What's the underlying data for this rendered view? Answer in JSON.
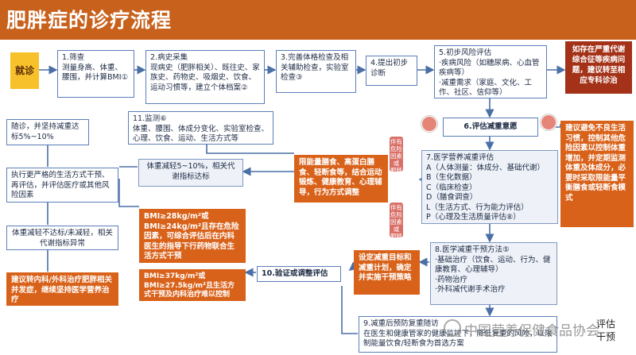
{
  "title": "肥胖症的诊疗流程",
  "start": "就诊",
  "steps": {
    "s1": "1.筛查\n测量身高、体重、腰围，并计算BMI①",
    "s2": "2.病史采集\n现病史（肥胖相关）、既往史、家族史、药物史、吸烟史、饮食、运动习惯等，建立个体档案②",
    "s3": "3.完善体格检查及相关辅助检查，实验室检查③",
    "s4": "4.提出初步诊断",
    "s5": "5.初步风险评估\n·疾病风险（如糖尿病、心血管疾病等）\n·减重需求（家庭、文化、工作、社区、信仰等）",
    "s6": "6.评估减重意愿",
    "s7": "7.医学营养减重评估\nA（人体测量：体成分、基础代谢）\nB（生化数据）\nC（临床检查）\nD（膳食调查）\nL（生活方式、行为能力评估）\nP（心理及生活质量评估⑧）",
    "s8": "8.医学减重干预方法⑤\n·基础治疗（饮食、运动、行为、健康教育、心理辅导）\n·药物治疗\n·外科减代谢手术治疗",
    "s9": "9.减重后预防复重随访\n在医生和健康管家的健康监控下，降低复重的风险，以限制能量饮食/轻断食为首选方案",
    "s10": "10.验证或调整评估",
    "s11": "11.监测⑥\n体重、腰围、体成分变化、实验室检查、心理、饮食、运动、生活方式等"
  },
  "boxes": {
    "severe": "如存在严重代谢综合征等疾病问题，建议转至相应专科诊治",
    "advice_right": "建议避免不良生活习惯，控制其他危险因素以控制体重增加，并定期监测体重及体成分，必要时采取限能量平衡膳食或轻断食模式",
    "intervention_diet": "限能量膳食、高蛋白膳食、轻断食等，结合运动锻炼、健康教育、心理辅导，行为方式调整",
    "loss_5_10": "体重减轻5~10%，相关代谢指标达标",
    "followup": "随诊，并坚持减重达标5%~10%",
    "strict": "执行更严格的生活方式干预、再评估，并评估医疗或其他风险因素",
    "not_reached": "体重减轻不达标/未减轻，相关代谢指标异常",
    "referral": "建议转内科/外科治疗肥胖相关并发症，继续坚持医学营养治疗",
    "bmi_criteria": "BMI≥28kg/m²或BMI≥24kg/m²且存在危险因素，可综合评估后在内科医生的指导下行药物联合生活方式干预",
    "bmi_surgery": "BMI≥37kg/m²或BMI≥27.5kg/m²且生活方式干预及内科治疗难以控制",
    "set_goal": "设定减重目标和减重计划，确定并实施干预策略"
  },
  "tags": {
    "tag1": "伴有\n危险\n因素\n或\n肥胖",
    "tag2": "伴有\n危险\n因素\n或\n肥胖"
  },
  "note": "评估\n干预",
  "watermark": "中国营养保健食品协会",
  "colors": {
    "header": "#c8611c",
    "orange_box": "#d9621a",
    "dark_box": "#a33218",
    "yellow_box": "#f6c12a",
    "arrow": "#4a6fa5",
    "red_circle": "#e58578"
  }
}
